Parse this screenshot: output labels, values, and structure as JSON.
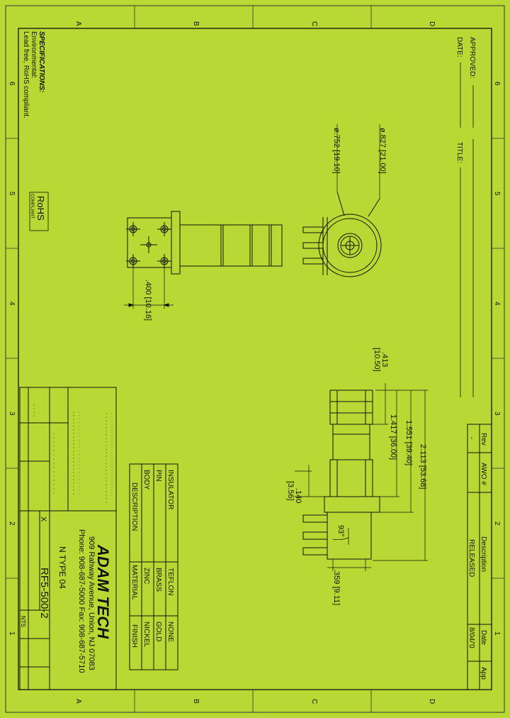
{
  "zones": {
    "letters": [
      "A",
      "B",
      "C",
      "D"
    ],
    "numbers": [
      "6",
      "5",
      "4",
      "3",
      "2",
      "1"
    ]
  },
  "approval": {
    "approved": "APPROVED:",
    "date": "DATE:",
    "title": "TITLE:"
  },
  "specs": {
    "heading": "SPECIFICATIONS:",
    "environmental": "Environmental:",
    "line": "Lead free, RoHS compliant.",
    "rohs_logo": "RoHS",
    "rohs_sub": "COMPLIANT"
  },
  "dimensions": {
    "dia_outer": "ø.827 [21.00]",
    "dia_inner": "ø.752 [19.10]",
    "pin_spacing": ".400 [10.16]",
    "d_413": ".413",
    "d_1050": "[10.50]",
    "overall": "2.113 [53.68]",
    "d_1551": "1.551 [39.40]",
    "d_1417": "1.417 [36.00]",
    "d_140": ".140",
    "d_356": "[3.56]",
    "angle": "93°",
    "d_359": ".359 [9.11]"
  },
  "revision": {
    "headers": [
      "Rev",
      "AWO #",
      "Description",
      "Date",
      "App"
    ],
    "row": [
      "-",
      "",
      "RELEASED",
      "8/04/'0",
      ""
    ]
  },
  "materials": {
    "headers": [
      "DESCRIPTION",
      "MATERIAL",
      "FINISH"
    ],
    "rows": [
      [
        "INSULATOR",
        "TEFLON",
        "NONE"
      ],
      [
        "PIN",
        "BRASS",
        "GOLD"
      ],
      [
        "BODY",
        "ZINC",
        "NICKEL"
      ]
    ]
  },
  "titleblock": {
    "company": "ADAM TECH",
    "address": "909 Rahway Avenue, Union, NJ 07083",
    "phone": "Phone: 908-687-5000  Fax: 908-687-5710",
    "part_title": "N TYPE 04",
    "part_number": "RF5-500-2",
    "scale": "NTS",
    "x": "X"
  },
  "colors": {
    "background": "#b8d934",
    "line": "#111111"
  }
}
